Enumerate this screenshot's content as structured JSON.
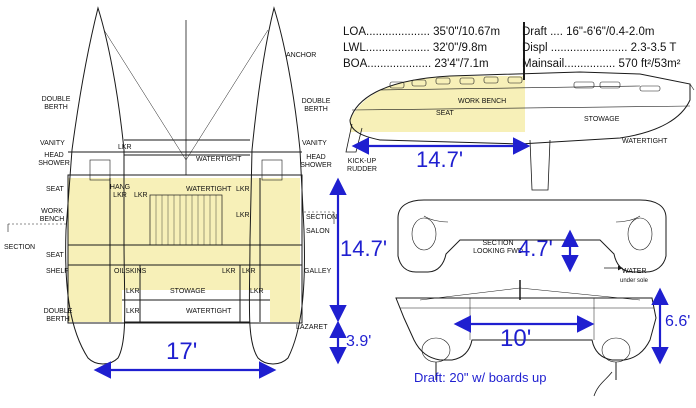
{
  "specs": {
    "loa": "LOA.................... 35'0\"/10.67m",
    "lwl": "LWL.................... 32'0\"/9.8m",
    "boa": "BOA.................... 23'4\"/7.1m",
    "draft": "Draft .... 16\"-6'6\"/0.4-2.0m",
    "displ": "Displ ........................ 2.3-3.5 T",
    "mainsail": "Mainsail................ 570 ft²/53m²"
  },
  "plan_labels": {
    "anchor": "ANCHOR",
    "double_berth_left": "DOUBLE\nBERTH",
    "double_berth_right": "DOUBLE\nBERTH",
    "vanity_left": "VANITY",
    "vanity_right": "VANITY",
    "head_shower_left": "HEAD\nSHOWER",
    "head_shower_right": "HEAD\nSHOWER",
    "lkr_top": "LKR",
    "watertight_top": "WATERTIGHT",
    "seat_left": "SEAT",
    "hang_lkr": "HANG\nLKR",
    "lkr_2": "LKR",
    "watertight_mid": "WATERTIGHT",
    "lkr_3": "LKR",
    "lkr_4": "LKR",
    "work_bench_left": "WORK\nBENCH",
    "section_right": "SECTION",
    "salon": "SALON",
    "section_left": "SECTION",
    "seat_left_2": "SEAT",
    "oilskins": "OILSKINS",
    "lkr_5": "LKR",
    "lkr_6": "LKR",
    "galley": "GALLEY",
    "shelf": "SHELF",
    "stowage_plan": "STOWAGE",
    "lkr_7": "LKR",
    "lkr_8": "LKR",
    "watertight_bottom": "WATERTIGHT",
    "lkr_9": "LKR",
    "double_berth_bottom": "DOUBLE\nBERTH",
    "lazaret": "LAZARET"
  },
  "profile_labels": {
    "work_bench": "WORK BENCH",
    "seat": "SEAT",
    "stowage": "STOWAGE",
    "watertight": "WATERTIGHT",
    "kick_up_rudder": "KICK-UP\nRUDDER"
  },
  "section_labels": {
    "section_looking_fwd": "SECTION\nLOOKING FWD",
    "water": "WATER",
    "under_sole": "under sole"
  },
  "dimensions": {
    "profile_length": "14.7'",
    "plan_length": "14.7'",
    "plan_width": "17'",
    "aft_depth": "3.9'",
    "section_height": "4.7'",
    "section_width": "10'",
    "section_total_height": "6.6'"
  },
  "draft_note": "Draft: 20\" w/ boards up",
  "colors": {
    "accent_blue": "#1f1fd0",
    "cabin_yellow": "#f7f0b8",
    "line": "#1a1a1a"
  }
}
